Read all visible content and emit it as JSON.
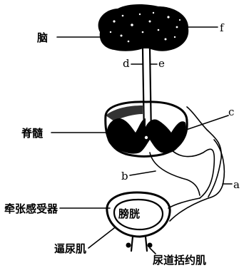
{
  "figure": {
    "labels": {
      "brain": "脑",
      "spinal_cord": "脊髓",
      "stretch_receptor": "牵张感受器",
      "bladder": "膀胱",
      "detrusor": "逼尿肌",
      "urethral_sphincter": "尿道括约肌",
      "a": "a",
      "b": "b",
      "c": "c",
      "d": "d",
      "e": "e",
      "f": "f"
    }
  }
}
